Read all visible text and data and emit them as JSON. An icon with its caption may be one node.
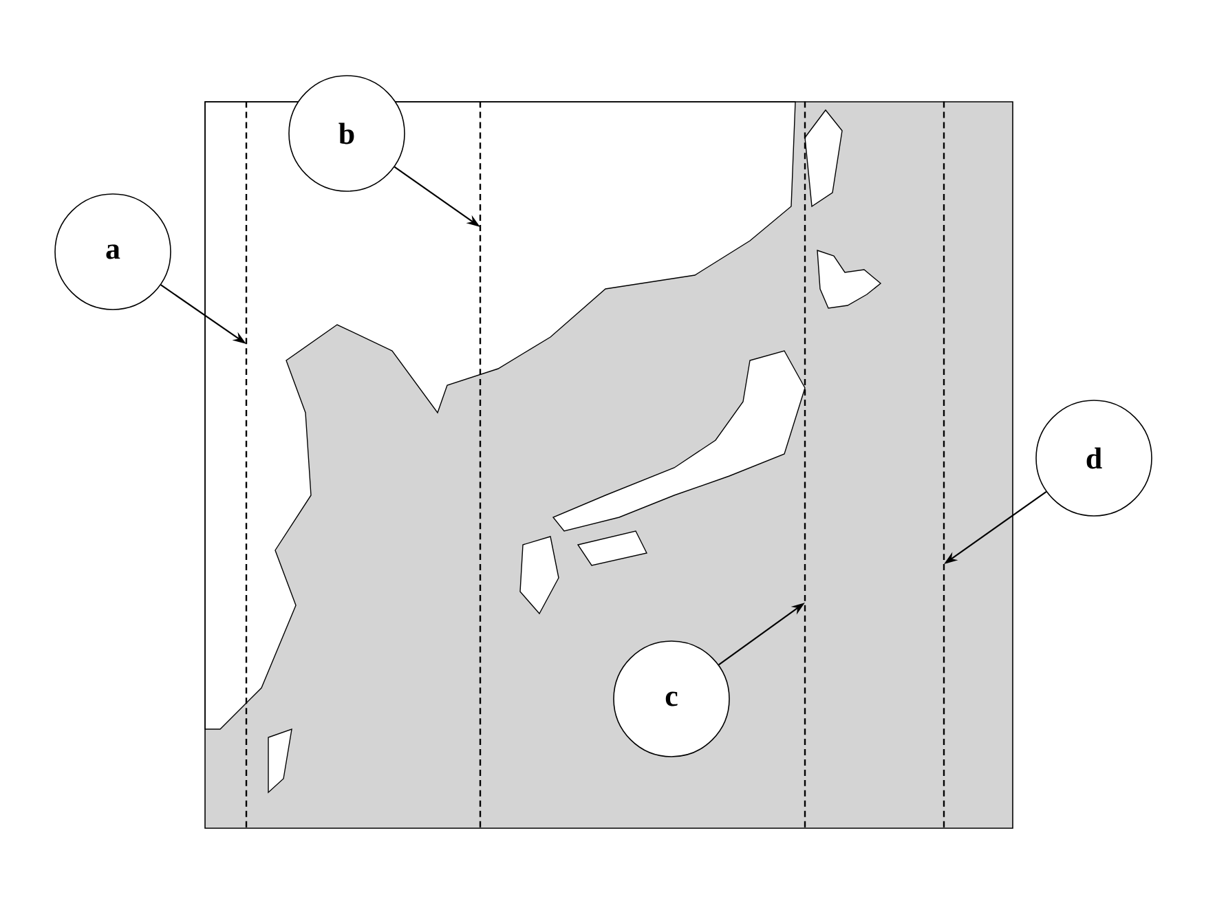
{
  "diagram": {
    "nodes": [
      {
        "text": [
          "a"
        ]
      },
      {
        "text": [
          "b"
        ]
      },
      {
        "text": [
          "c"
        ]
      },
      {
        "text": [
          "d"
        ]
      },
      {
        "text": [],
        "shape": "line"
      },
      {
        "text": [],
        "shape": "line"
      },
      {
        "text": [],
        "shape": "line"
      },
      {
        "text": [],
        "shape": "line"
      }
    ],
    "edges": [
      {
        "from": 0,
        "to": 4,
        "arrow": "to"
      },
      {
        "from": 1,
        "to": 5,
        "arrow": "to"
      },
      {
        "from": 2,
        "to": 6,
        "arrow": "to"
      },
      {
        "from": 3,
        "to": 7,
        "arrow": "to"
      }
    ]
  }
}
